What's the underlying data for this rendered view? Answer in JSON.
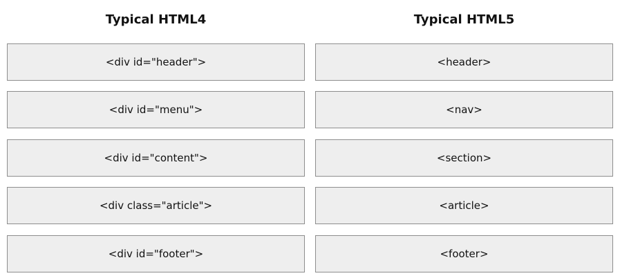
{
  "columns": {
    "html4": {
      "title": "Typical HTML4",
      "items": [
        "<div id=\"header\">",
        "<div id=\"menu\">",
        "<div id=\"content\">",
        "<div class=\"article\">",
        "<div id=\"footer\">"
      ]
    },
    "html5": {
      "title": "Typical HTML5",
      "items": [
        "<header>",
        "<nav>",
        "<section>",
        "<article>",
        "<footer>"
      ]
    }
  }
}
